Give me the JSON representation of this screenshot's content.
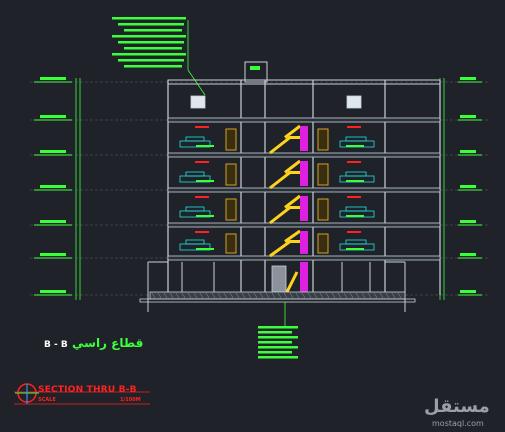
{
  "section_title_ar": "قطاع راسي",
  "section_id": "B - B",
  "section_title": "SECTION THRU B-B",
  "scale_label": "SCALE",
  "scale_value": "1/100M",
  "watermark_ar": "مستقل",
  "watermark_en": "mostaql.com",
  "colors": {
    "background": "#1f2329",
    "structure": "#c8d0d8",
    "dims": "#3cff3c",
    "door": "#d4a020",
    "stair": "#ffd21e",
    "core": "#e020e0",
    "furniture": "#20e0e0",
    "note": "#ff2222"
  },
  "floors": 5
}
